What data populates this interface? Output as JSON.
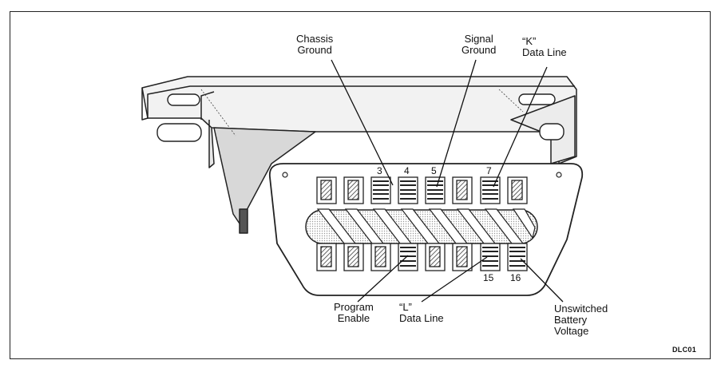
{
  "labels": {
    "chassis_ground": [
      "Chassis",
      "Ground"
    ],
    "signal_ground": [
      "Signal",
      "Ground"
    ],
    "k_data_line": [
      "“K”",
      "Data Line"
    ],
    "program_enable": [
      "Program",
      "Enable"
    ],
    "l_data_line": [
      "“L”",
      "Data Line"
    ],
    "unswitched_battery_voltage": [
      "Unswitched",
      "Battery",
      "Voltage"
    ]
  },
  "pins": {
    "p3": "3",
    "p4": "4",
    "p5": "5",
    "p7": "7",
    "p15": "15",
    "p16": "16"
  },
  "figure_code": "DLC01"
}
